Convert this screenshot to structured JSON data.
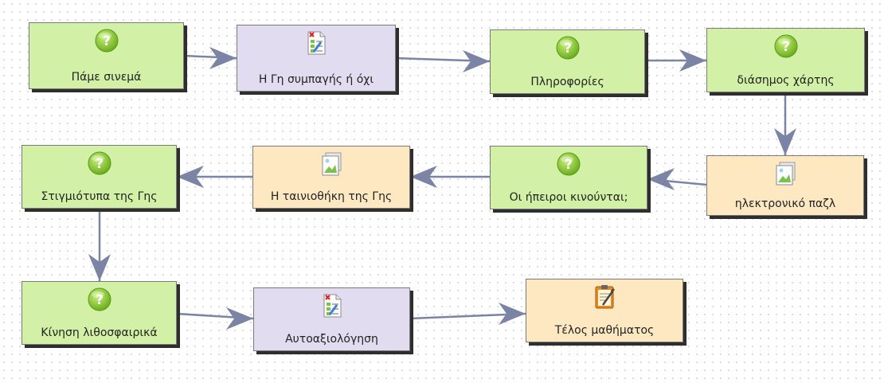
{
  "colors": {
    "green_activity": "#d2f0a6",
    "purple_activity": "#e2dcf0",
    "orange_activity": "#fde8c2",
    "connector": "#7c84a6"
  },
  "nodes": [
    {
      "label": "Πάμε σινεμά",
      "color": "green",
      "icon": "question-icon"
    },
    {
      "label": "Η Γη συμπαγής ή όχι",
      "color": "purple",
      "icon": "quiz-document-icon"
    },
    {
      "label": "Πληροφορίες",
      "color": "green",
      "icon": "question-icon"
    },
    {
      "label": "διάσημος χάρτης",
      "color": "green",
      "icon": "question-icon"
    },
    {
      "label": "ηλεκτρονικό παζλ",
      "color": "orange",
      "icon": "image-document-icon"
    },
    {
      "label": "Οι ήπειροι κινούνται;",
      "color": "green",
      "icon": "question-icon"
    },
    {
      "label": "Η ταινιοθήκη της Γης",
      "color": "orange",
      "icon": "image-document-icon"
    },
    {
      "label": "Στιγμιότυπα της Γης",
      "color": "green",
      "icon": "question-icon"
    },
    {
      "label": "Κίνηση λιθοσφαιρικά",
      "color": "green",
      "icon": "question-icon"
    },
    {
      "label": "Αυτοαξιολόγηση",
      "color": "purple",
      "icon": "quiz-document-icon"
    },
    {
      "label": "Τέλος μαθήματος",
      "color": "orange",
      "icon": "notepad-icon"
    }
  ],
  "edges": [
    [
      0,
      1
    ],
    [
      1,
      2
    ],
    [
      2,
      3
    ],
    [
      3,
      4
    ],
    [
      4,
      5
    ],
    [
      5,
      6
    ],
    [
      6,
      7
    ],
    [
      7,
      8
    ],
    [
      8,
      9
    ],
    [
      9,
      10
    ]
  ]
}
